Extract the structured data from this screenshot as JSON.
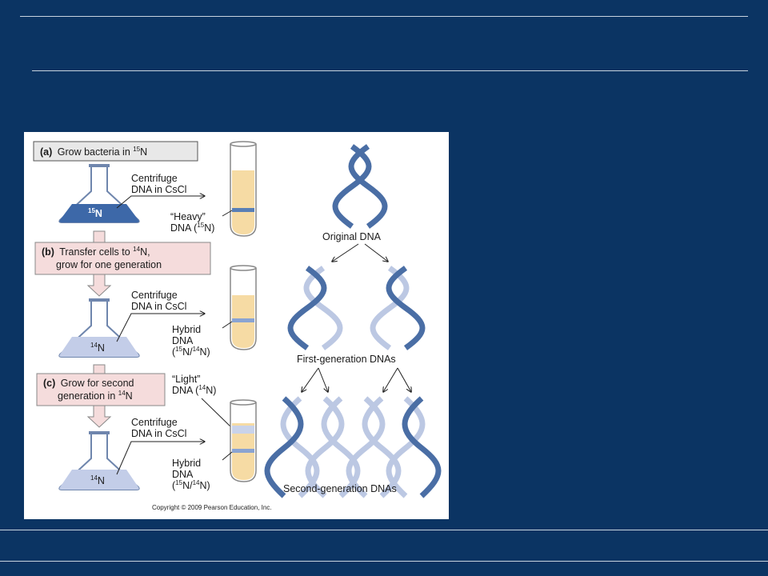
{
  "slide": {
    "background": "#0b3463",
    "rule_color": "#c9d3df"
  },
  "figure": {
    "step_a": {
      "letter": "(a)",
      "text": "Grow bacteria in ",
      "iso_mass": "15",
      "iso_el": "N"
    },
    "step_b": {
      "letter": "(b)",
      "line1": "Transfer cells to ",
      "iso_mass": "14",
      "iso_el": "N,",
      "line2": "grow for one generation"
    },
    "step_c": {
      "letter": "(c)",
      "line1": "Grow for second",
      "line2": "generation in ",
      "iso_mass": "14",
      "iso_el": "N"
    },
    "centrifuge_l1": "Centrifuge",
    "centrifuge_l2": "DNA in CsCl",
    "flask1": {
      "mass": "15",
      "el": "N"
    },
    "flask2": {
      "mass": "14",
      "el": "N"
    },
    "flask3": {
      "mass": "14",
      "el": "N"
    },
    "heavy": {
      "l1": "“Heavy”",
      "l2a": "DNA (",
      "l2m": "15",
      "l2b": "N)"
    },
    "hybrid": {
      "l1": "Hybrid",
      "l2": "DNA",
      "l3a": "(",
      "m1": "15",
      "l3b": "N/",
      "m2": "14",
      "l3c": "N)"
    },
    "light": {
      "l1": "“Light”",
      "l2a": "DNA (",
      "l2m": "14",
      "l2b": "N)"
    },
    "original_dna": "Original DNA",
    "first_gen": "First-generation DNAs",
    "second_gen": "Second-generation DNAs",
    "copyright": "Copyright © 2009 Pearson Education, Inc.",
    "colors": {
      "heavy_strand": "#4a6ea5",
      "light_strand": "#bcc8e3",
      "flask_heavy": "#3d68a8",
      "flask_light": "#c3cde8",
      "tube_fill": "#f6dba4",
      "band_heavy": "#5a7fb5",
      "band_hybrid": "#8aa4d2",
      "band_light": "#c9d3ea",
      "step_box": "#f5dcdc",
      "label_box": "#e8e8e8"
    }
  }
}
